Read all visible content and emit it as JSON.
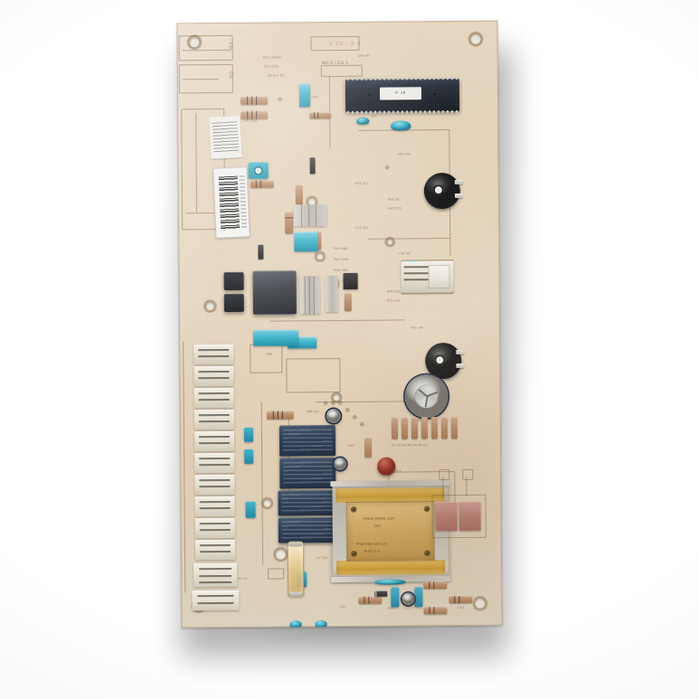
{
  "scene": {
    "subject": "printed-circuit-board-photograph",
    "background_color": "#ffffff",
    "board_color": "#e6d4ba",
    "silkscreen_color": "#7e6242",
    "shadow_color": "#000000"
  },
  "board": {
    "name": "appliance-control-pcb",
    "substrate": "phenolic-paper",
    "orientation": "portrait",
    "rotation_deg": -0.45
  },
  "markings": {
    "top_red_code": "S 16 - 6 3",
    "top_box_label": "NO 5 / CU 1",
    "ic_label": "D 10",
    "bottom_right_logo": "GS26",
    "bottom_right_line1": "SERVICE PART DATE",
    "bottom_right_line2": "UL E 1 60 11 A",
    "bottom_right_mark": "UL",
    "connector_j1": "CD",
    "connector_j2": "CD"
  },
  "components": [
    {
      "ref": "IC1",
      "name": "dip-microcontroller",
      "type": "DIP-40",
      "color": "#1b2028"
    },
    {
      "ref": "VR1",
      "name": "trimmer-potentiometer-upper",
      "type": "trimmer-pot",
      "color": "#141414"
    },
    {
      "ref": "VR2",
      "name": "trimmer-potentiometer-lower",
      "type": "trimmer-pot",
      "color": "#141414"
    },
    {
      "ref": "C1",
      "name": "electrolytic-capacitor",
      "type": "radial-electrolytic",
      "color": "#b9bab6"
    },
    {
      "ref": "K1",
      "name": "relay-1",
      "type": "pcb-relay",
      "color": "#22324a"
    },
    {
      "ref": "K2",
      "name": "relay-2",
      "type": "pcb-relay",
      "color": "#22324a"
    },
    {
      "ref": "K3",
      "name": "relay-3",
      "type": "pcb-relay",
      "color": "#22324a"
    },
    {
      "ref": "K4",
      "name": "relay-4",
      "type": "pcb-relay",
      "color": "#22324a"
    },
    {
      "ref": "T1",
      "name": "mains-transformer",
      "type": "EI-transformer",
      "color": "#d2a85c"
    },
    {
      "ref": "RL1",
      "name": "power-resistor-block",
      "type": "cement-resistor",
      "color": "#b87c72"
    },
    {
      "ref": "F1",
      "name": "glass-fuse",
      "type": "fuse",
      "color": "#e4c682"
    },
    {
      "ref": "BR1",
      "name": "black-module",
      "type": "encapsulated-module",
      "color": "#2b3c52"
    },
    {
      "ref": "CN1",
      "name": "connector-strip-left",
      "type": "wire-to-board",
      "color": "#e6e0d0"
    },
    {
      "ref": "CN2",
      "name": "connector-right",
      "type": "wire-to-board",
      "color": "#e6e0d0"
    },
    {
      "ref": "LBL1",
      "name": "barcode-sticker",
      "type": "label",
      "color": "#f7f7f4"
    }
  ],
  "mounting_holes": 4
}
